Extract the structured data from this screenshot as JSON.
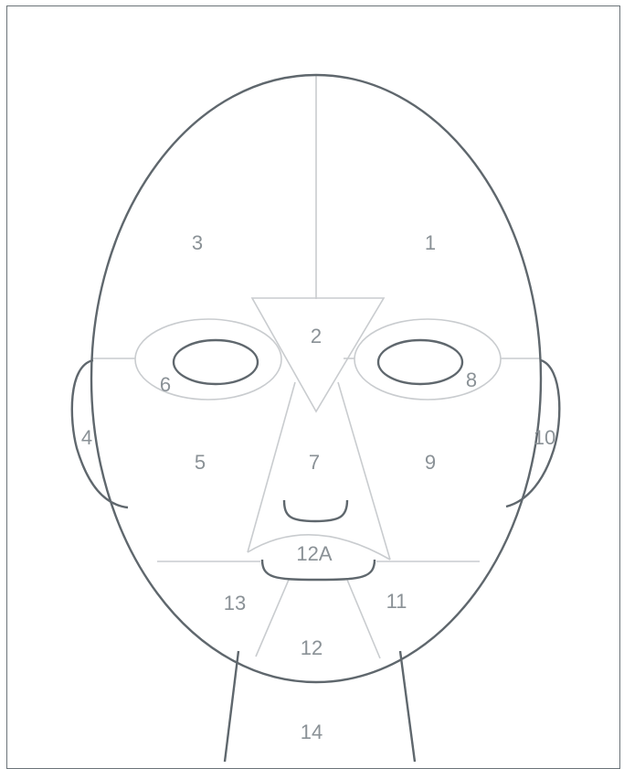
{
  "zones": {
    "z1": "1",
    "z2": "2",
    "z3": "3",
    "z4": "4",
    "z5": "5",
    "z6": "6",
    "z7": "7",
    "z8": "8",
    "z9": "9",
    "z10": "10",
    "z11": "11",
    "z12": "12",
    "z12a": "12A",
    "z13": "13",
    "z14": "14"
  },
  "colors": {
    "outline": "#5f676d",
    "divider": "#c9cccf",
    "label": "#8a9196",
    "frame": "#6b7378"
  }
}
